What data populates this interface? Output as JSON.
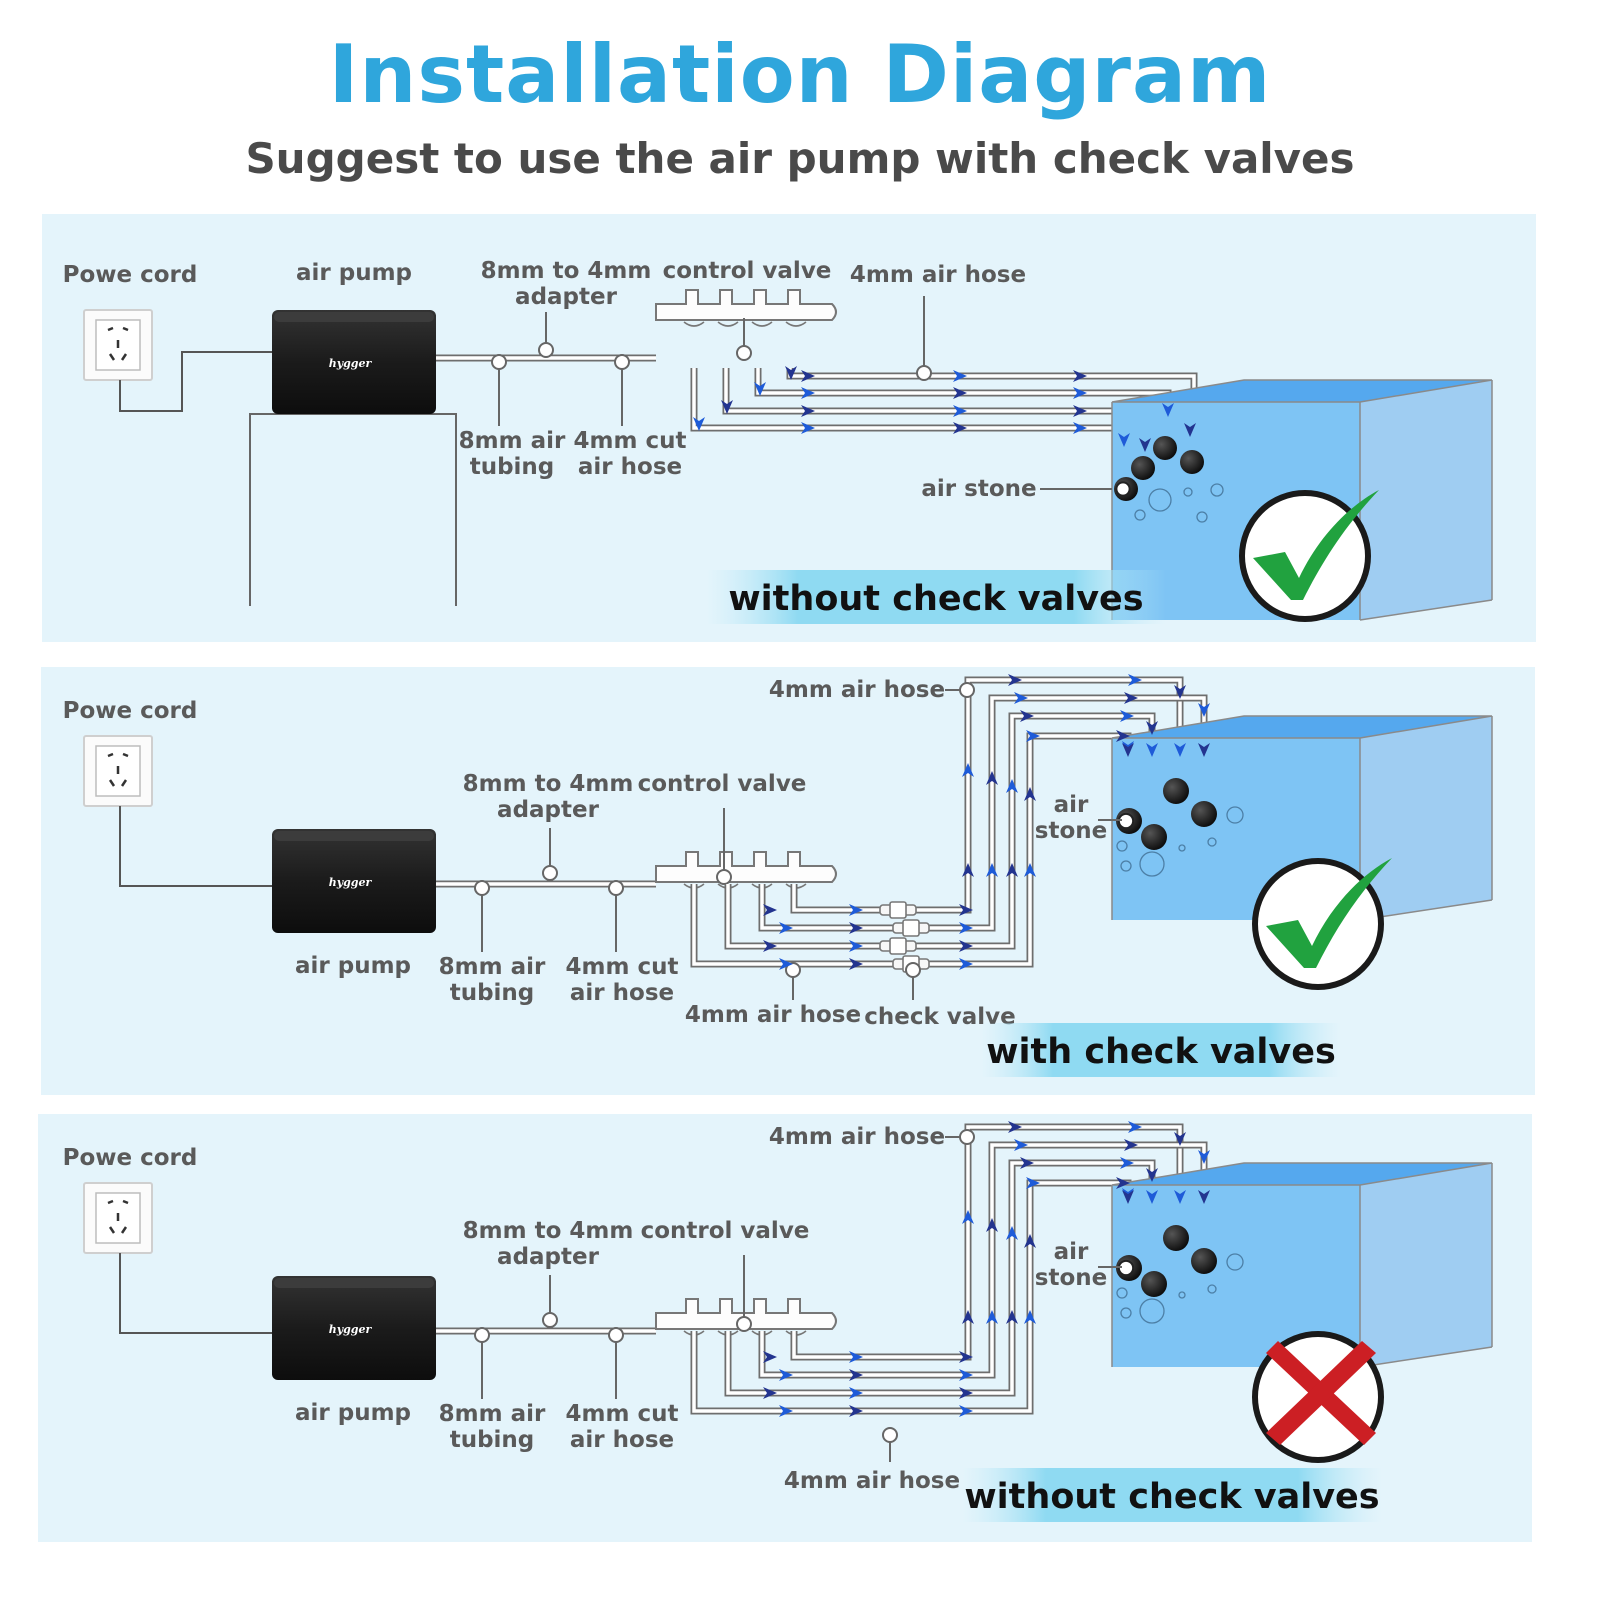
{
  "header": {
    "title": "Installation Diagram",
    "subtitle": "Suggest to use the air pump with check valves"
  },
  "brand": "hygger",
  "panels": [
    {
      "caption": "without check valves",
      "status": "correct",
      "labels": {
        "power": "Powe cord",
        "pump": "air pump",
        "adapter": [
          "8mm to 4mm",
          "adapter"
        ],
        "control_valve": "control valve",
        "hose_top": "4mm air hose",
        "tubing": [
          "8mm air",
          "tubing"
        ],
        "cut_hose": [
          "4mm cut",
          "air hose"
        ],
        "stone": [
          "air stone"
        ]
      }
    },
    {
      "caption": "with check valves",
      "status": "correct",
      "labels": {
        "power": "Powe cord",
        "pump": "air pump",
        "adapter": [
          "8mm to 4mm",
          "adapter"
        ],
        "control_valve": "control valve",
        "hose_top": "4mm air hose",
        "hose_bottom": "4mm air hose",
        "check_valve": "check valve",
        "tubing": [
          "8mm air",
          "tubing"
        ],
        "cut_hose": [
          "4mm cut",
          "air hose"
        ],
        "stone": [
          "air",
          "stone"
        ]
      }
    },
    {
      "caption": "without check valves",
      "status": "wrong",
      "labels": {
        "power": "Powe cord",
        "pump": "air pump",
        "adapter": [
          "8mm to 4mm",
          "adapter"
        ],
        "control_valve": "control valve",
        "hose_top": "4mm air hose",
        "hose_bottom": "4mm air hose",
        "tubing": [
          "8mm air",
          "tubing"
        ],
        "cut_hose": [
          "4mm cut",
          "air hose"
        ],
        "stone": [
          "air",
          "stone"
        ]
      }
    }
  ],
  "colors": {
    "title": "#2fa6dc",
    "panel_bg": "#e4f4fb",
    "water": "#7ec4f4",
    "check": "#21a23f",
    "cross": "#cc1f24",
    "arrow": "#1e5bd8"
  }
}
